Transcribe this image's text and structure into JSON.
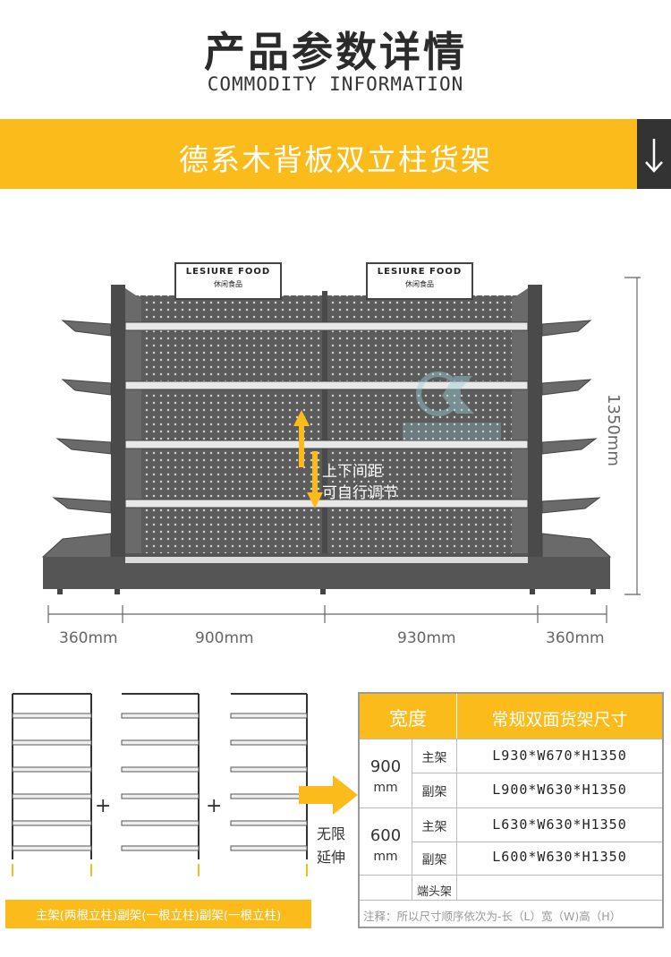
{
  "header": {
    "title_cn": "产品参数详情",
    "title_en": "COMMODITY INFORMATION"
  },
  "banner": {
    "text": "德系木背板双立柱货架",
    "arrow_icon": "arrow-down-icon"
  },
  "illustration": {
    "sign_text_en": "LESIURE FOOD",
    "sign_text_cn": "休闲食品",
    "adjust_line1": "上下间距",
    "adjust_line2": "可自行调节",
    "height_label": "1350mm",
    "widths": [
      "360mm",
      "900mm",
      "930mm",
      "360mm"
    ]
  },
  "frames": {
    "caption": "主架(两根立柱)副架(一根立柱)副架(一根立柱)",
    "plus1": "+",
    "plus2": "+",
    "extend_line1": "无限",
    "extend_line2": "延伸"
  },
  "table": {
    "header_width": "宽度",
    "header_size": "常规双面货架尺寸",
    "group1": {
      "width_value": "900",
      "width_unit": "mm",
      "rows": [
        {
          "type": "主架",
          "spec": "L930*W670*H1350"
        },
        {
          "type": "副架",
          "spec": "L900*W630*H1350"
        }
      ]
    },
    "group2": {
      "width_value": "600",
      "width_unit": "mm",
      "rows": [
        {
          "type": "主架",
          "spec": "L630*W630*H1350"
        },
        {
          "type": "副架",
          "spec": "L600*W630*H1350"
        }
      ]
    },
    "end_frame": "端头架",
    "note": "注释：所以尺寸顺序依次为-长（L）宽（W)高（H）"
  },
  "colors": {
    "accent": "#fbbb1a",
    "dark": "#333333",
    "shelf": "#5a5a5a"
  }
}
